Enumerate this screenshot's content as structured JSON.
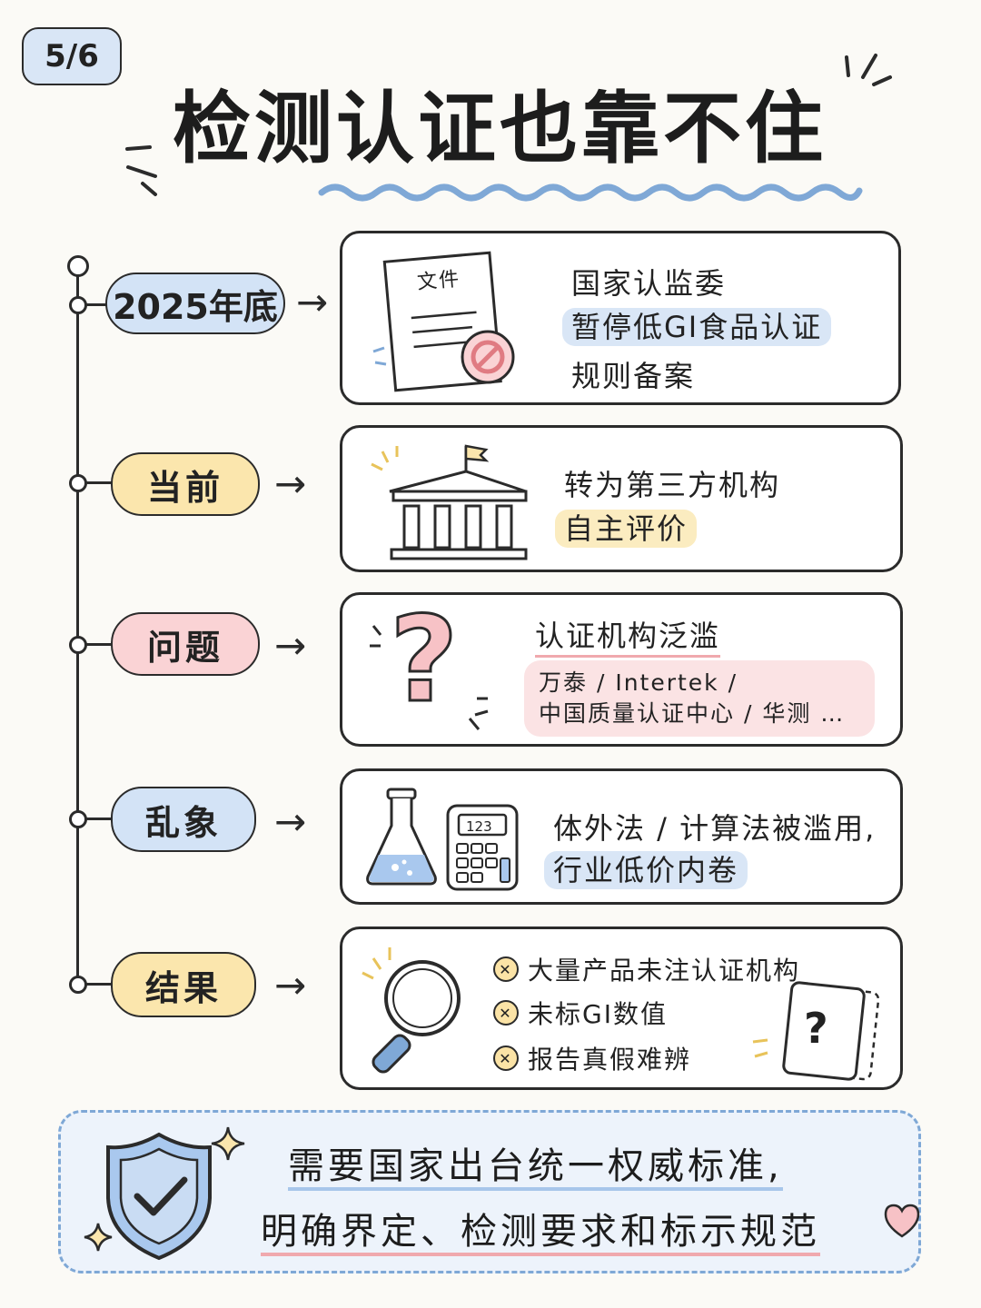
{
  "page_badge": "5/6",
  "title": "检测认证也靠不住",
  "timeline": [
    {
      "label": "2025年底",
      "card": {
        "doc_label": "文件",
        "lines": [
          "国家认监委",
          "暂停低GI食品认证",
          "规则备案"
        ]
      }
    },
    {
      "label": "当前",
      "card": {
        "lines": [
          "转为第三方机构",
          "自主评价"
        ]
      }
    },
    {
      "label": "问题",
      "card": {
        "heading": "认证机构泛滥",
        "lines": [
          "万泰 / Intertek /",
          "中国质量认证中心 / 华测 …"
        ]
      }
    },
    {
      "label": "乱象",
      "card": {
        "calc_display": "123",
        "lines": [
          "体外法 / 计算法被滥用,",
          "行业低价内卷"
        ]
      }
    },
    {
      "label": "结果",
      "card": {
        "items": [
          "大量产品未注认证机构",
          "未标GI数值",
          "报告真假难辨"
        ],
        "question_mark": "?"
      }
    }
  ],
  "question_icon": "?",
  "conclusion": {
    "line1": "需要国家出台统一权威标准,",
    "line2": "明确界定、检测要求和标示规范"
  },
  "icons": [
    "document-icon",
    "prohibited-icon",
    "government-building-icon",
    "question-mark-icon",
    "flask-icon",
    "calculator-icon",
    "magnifier-icon",
    "unknown-file-icon",
    "shield-check-icon",
    "sparkle-icon",
    "heart-icon",
    "x-circle-icon"
  ],
  "colors": {
    "blue": "#d3e3f6",
    "yellow": "#fbe6ad",
    "pink": "#fad3d5",
    "ink": "#2b2b2b"
  }
}
